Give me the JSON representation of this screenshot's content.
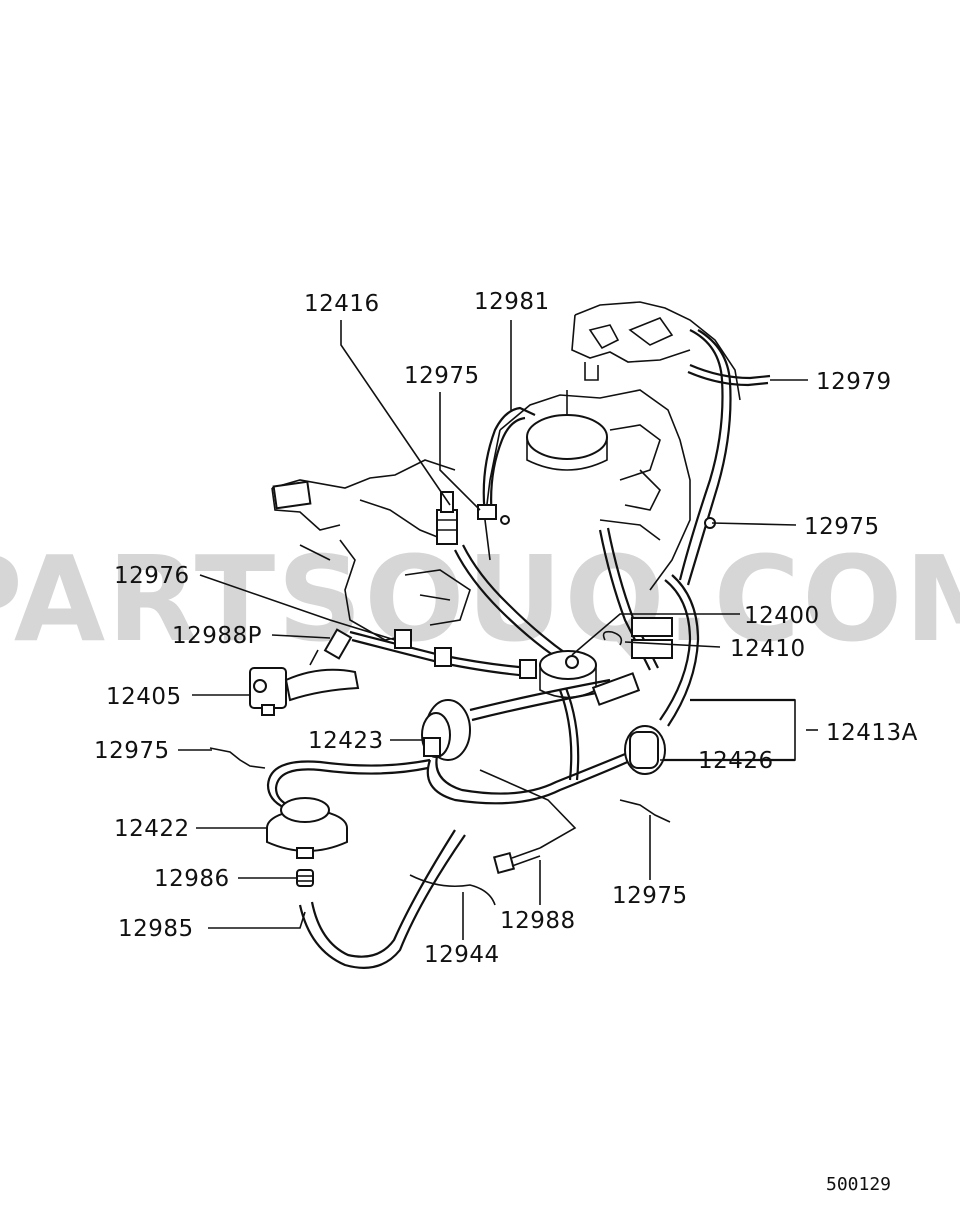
{
  "watermark": "PARTSOUQ.COM",
  "diagram_code": "500129",
  "labels": {
    "l12416": "12416",
    "l12981": "12981",
    "l12975_top": "12975",
    "l12979": "12979",
    "l12975_right": "12975",
    "l12976": "12976",
    "l12400": "12400",
    "l12988P": "12988P",
    "l12410": "12410",
    "l12405": "12405",
    "l12413A": "12413A",
    "l12423": "12423",
    "l12975_left": "12975",
    "l12426": "12426",
    "l12422": "12422",
    "l12986": "12986",
    "l12975_bottom": "12975",
    "l12985": "12985",
    "l12988": "12988",
    "l12944": "12944"
  }
}
